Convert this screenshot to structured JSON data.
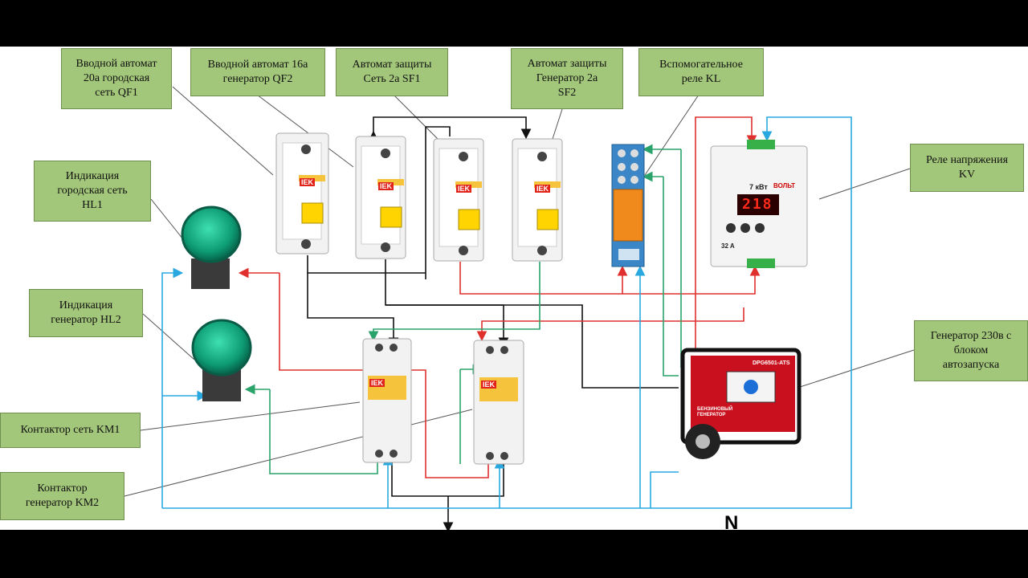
{
  "labels": {
    "qf1": "Вводной автомат\n20а городская\nсеть QF1",
    "qf2": "Вводной автомат 16а\nгенератор QF2",
    "sf1": "Автомат защиты\nСеть 2а SF1",
    "sf2": "Автомат защиты\nГенератор 2а\nSF2",
    "kl": "Вспомогательное\nреле KL",
    "kv": "Реле напряжения\nKV",
    "hl1": "Индикация\nгородская сеть\nHL1",
    "hl2": "Индикация\nгенератор HL2",
    "km1": "Контактор сеть KM1",
    "km2": "Контактор\nгенератор KM2",
    "gen": "Генератор 230в с\nблоком\nавтозапуска"
  },
  "neutral_label": "N",
  "device_text": {
    "iek": "IEK",
    "kv_power": "7 кВт",
    "kv_brand": "ВОЛЬТ",
    "kv_display": "218",
    "kv_rating": "32 A",
    "gen_brand": "DPG6501-ATS",
    "gen_type": "БЕНЗИНОВЫЙ ГЕНЕРАТОР"
  },
  "colors": {
    "label_bg": "#a3c77a",
    "wire_black": "#111111",
    "wire_red": "#e0302e",
    "wire_green": "#2aa36a",
    "wire_blue": "#29a8df"
  }
}
